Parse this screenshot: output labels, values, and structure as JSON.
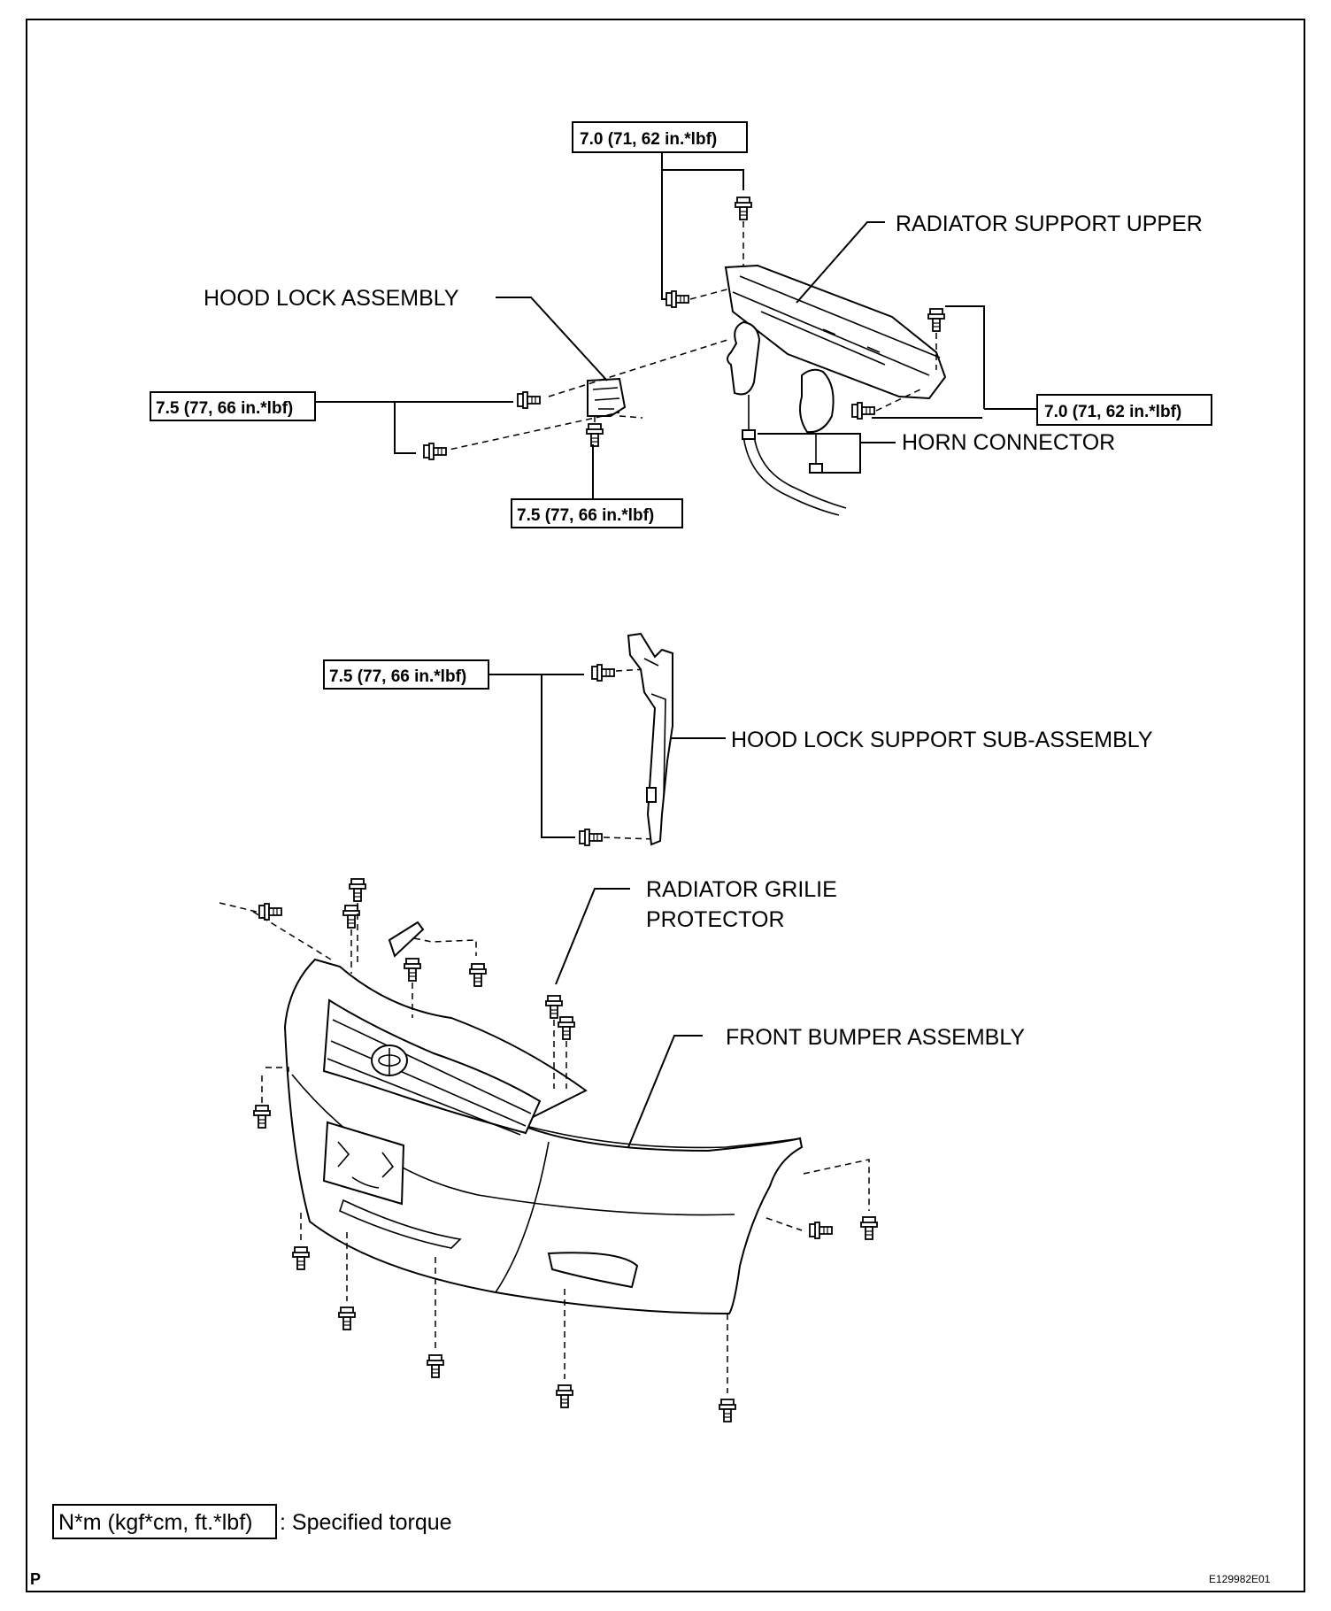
{
  "labels": {
    "radiator_support_upper": "RADIATOR SUPPORT UPPER",
    "hood_lock_assembly": "HOOD LOCK ASSEMBLY",
    "horn_connector": "HORN CONNECTOR",
    "hood_lock_support": "HOOD LOCK SUPPORT SUB-ASSEMBLY",
    "radiator_grille_protector_line1": "RADIATOR GRILIE",
    "radiator_grille_protector_line2": "PROTECTOR",
    "front_bumper_assembly": "FRONT BUMPER ASSEMBLY"
  },
  "torques": {
    "t1": "7.0 (71, 62 in.*lbf)",
    "t2": "7.5 (77, 66 in.*lbf)",
    "t3": "7.5 (77, 66 in.*lbf)",
    "t4": "7.0 (71, 62 in.*lbf)",
    "t5": "7.5 (77, 66 in.*lbf)"
  },
  "legend": {
    "unit": "N*m (kgf*cm, ft.*lbf)",
    "description": ": Specified torque"
  },
  "footer": {
    "corner_mark": "P",
    "figure_code": "E129982E01"
  }
}
